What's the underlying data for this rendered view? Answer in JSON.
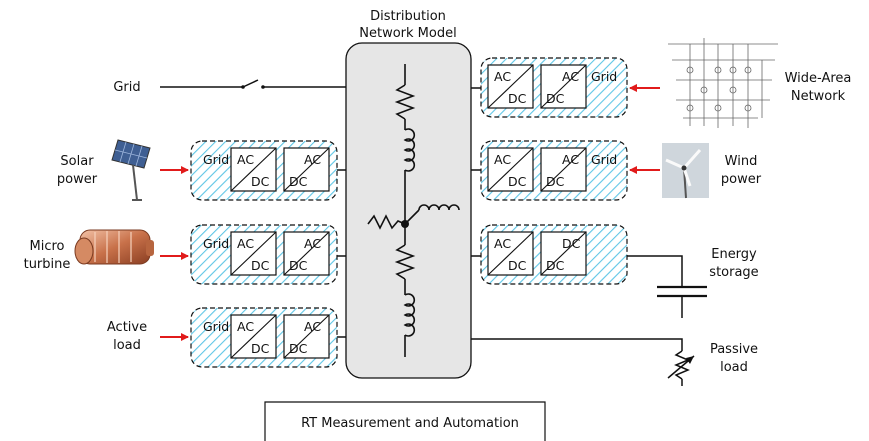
{
  "diagram": {
    "center_title_line1": "Distribution",
    "center_title_line2": "Network Model",
    "bottom_box_label": "RT Measurement and Automation",
    "sources_left": {
      "grid": "Grid",
      "solar_l1": "Solar",
      "solar_l2": "power",
      "micro_l1": "Micro",
      "micro_l2": "turbine",
      "active_l1": "Active",
      "active_l2": "load"
    },
    "sources_right": {
      "wan_l1": "Wide-Area",
      "wan_l2": "Network",
      "wind_l1": "Wind",
      "wind_l2": "power",
      "storage_l1": "Energy",
      "storage_l2": "storage",
      "passive_l1": "Passive",
      "passive_l2": "load"
    },
    "converter_text": {
      "grid": "Grid",
      "ac": "AC",
      "dc": "DC"
    },
    "colors": {
      "hatch": "#5fc6e6",
      "arrow": "#e11b1b",
      "center_fill": "#e6e6e6"
    }
  }
}
